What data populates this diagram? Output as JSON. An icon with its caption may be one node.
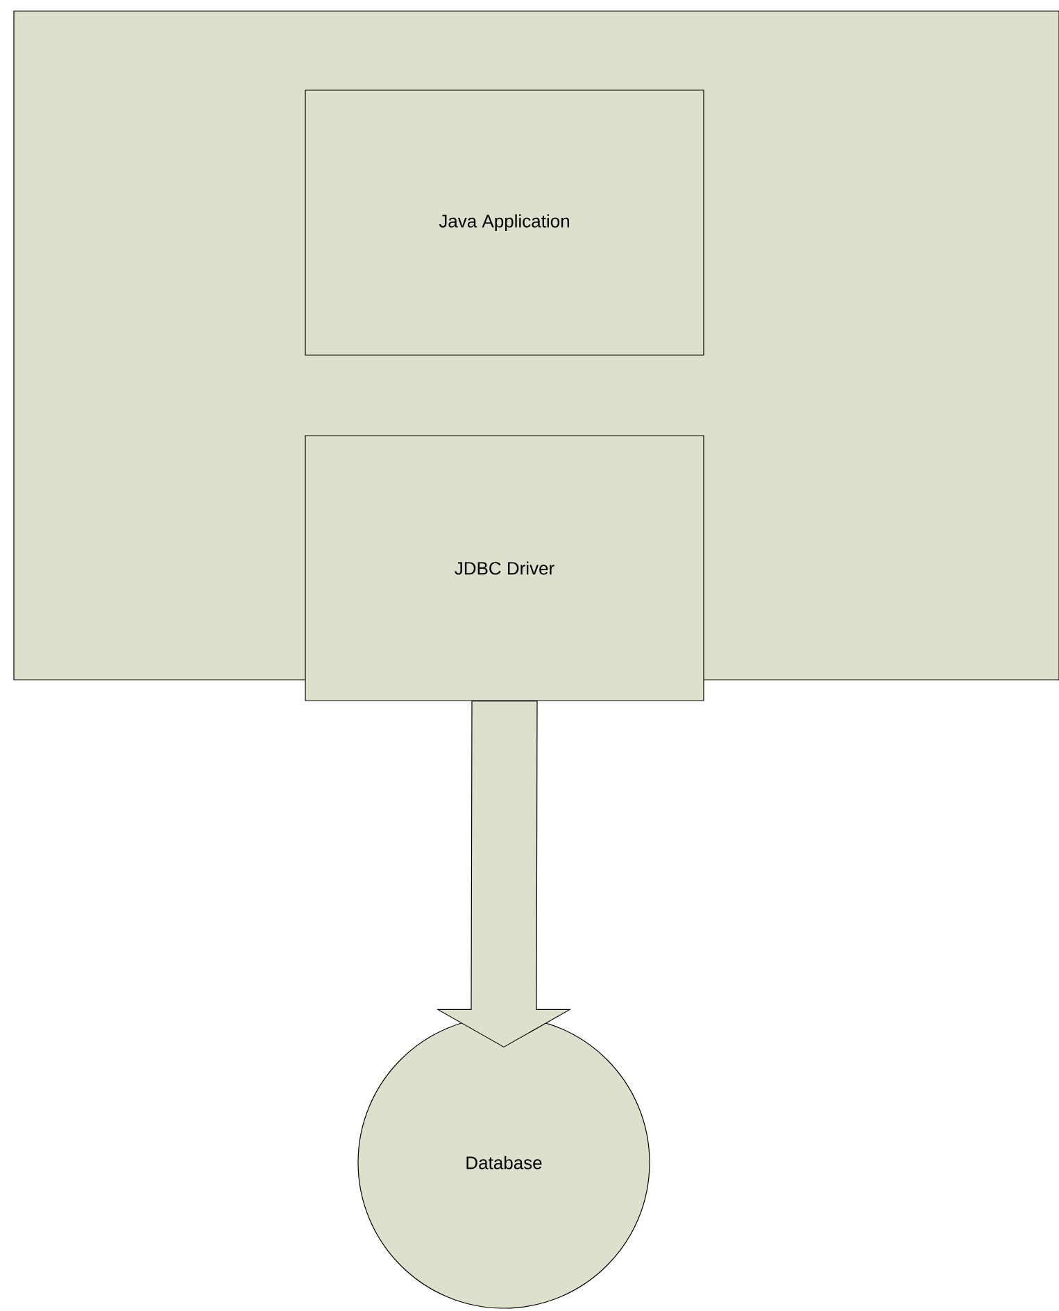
{
  "diagram": {
    "nodes": [
      {
        "text": [],
        "shape": "box"
      },
      {
        "text": [
          "Java Application"
        ],
        "in": 0
      },
      {
        "text": [
          "JDBC Driver"
        ],
        "in": 0
      },
      {
        "text": [
          "Database"
        ]
      }
    ],
    "edges": [
      {
        "from": 2,
        "to": 3,
        "arrow": "to",
        "style": "thick"
      }
    ]
  }
}
